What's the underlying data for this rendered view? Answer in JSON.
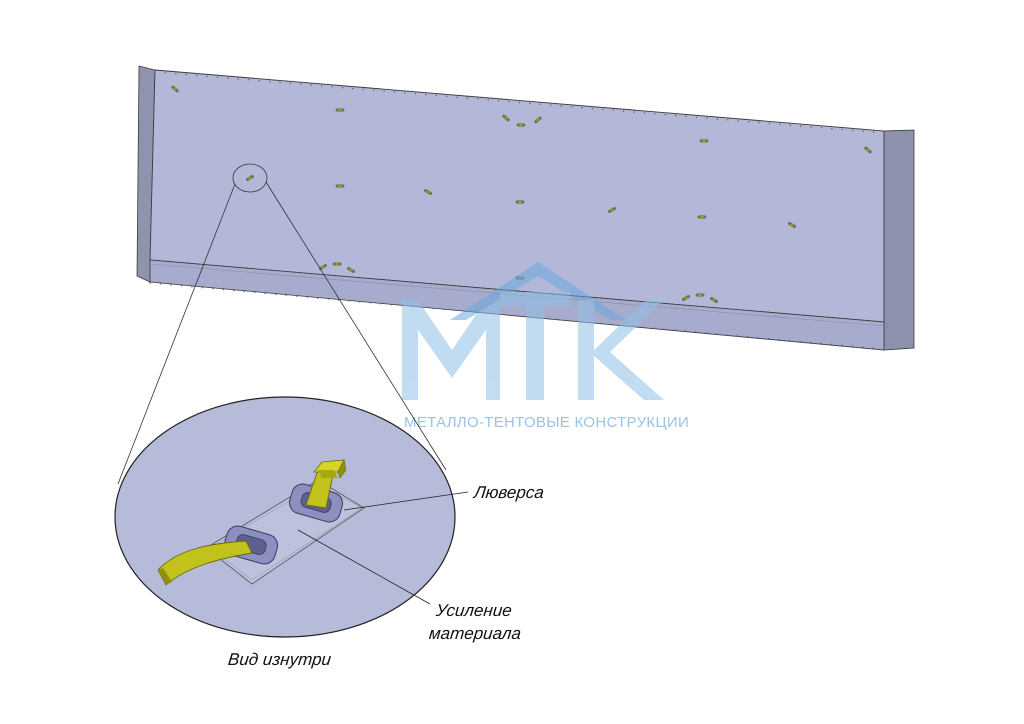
{
  "labels": {
    "eyelets": "Люверса",
    "reinforcement_line1": "Усиление",
    "reinforcement_line2": "материала",
    "inside_view": "Вид изнутри"
  },
  "watermark": {
    "logo_letters": "МТК",
    "tagline": "МЕТАЛЛО-ТЕНТОВЫЕ КОНСТРУКЦИИ",
    "color": "#5b9bd5"
  },
  "colors": {
    "panel_face": "#b3b8d8",
    "panel_edge": "#8d91ab",
    "panel_bottom": "#a6abcc",
    "outline": "#3a3a3a",
    "detail_fill": "#b6bbd9",
    "strap": "#c2c21c",
    "strap_shadow": "#8f8f10",
    "eyelet": "#8c8fc0",
    "leader": "#222222"
  },
  "icons": {
    "fastener": "buckle-icon",
    "logo": "mtk-logo-icon"
  }
}
